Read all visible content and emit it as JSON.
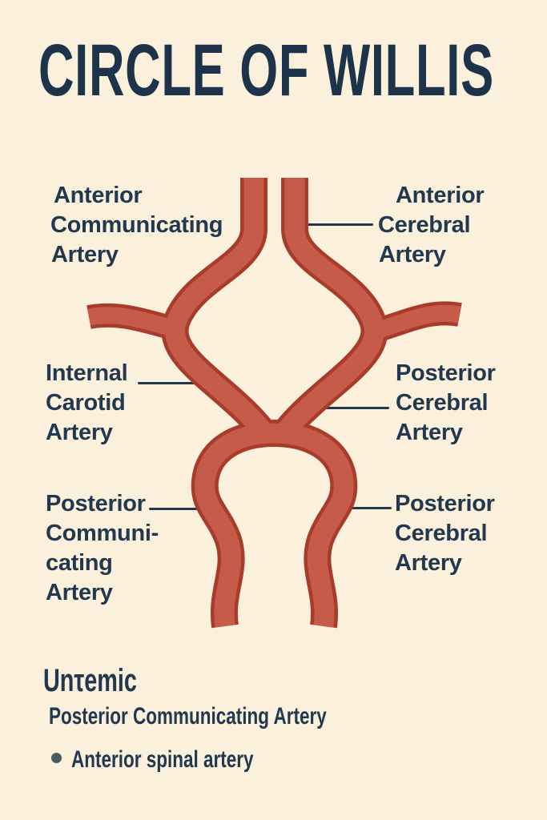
{
  "title": "CIRCLE OF WILLIS",
  "colors": {
    "background": "#faf0dc",
    "artery_fill": "#c65b49",
    "artery_outline": "#a73c2b",
    "text": "#21384e",
    "title_text": "#1d3349",
    "leader_line": "#24384a",
    "bullet_dot": "#4c5a61"
  },
  "diagram": {
    "labels": {
      "anterior_communicating": {
        "lines": [
          "Anterior",
          "Communicating",
          "Artery"
        ]
      },
      "anterior_cerebral": {
        "lines": [
          "Anterior",
          "Cerebral",
          "Artery"
        ]
      },
      "internal_carotid": {
        "lines": [
          "Internal",
          "Carotid",
          "Artery"
        ]
      },
      "posterior_cerebral_upper": {
        "lines": [
          "Posterior",
          "Cerebral",
          "Artery"
        ]
      },
      "posterior_communicating": {
        "lines": [
          "Posterior",
          "Communi-",
          "cating",
          "Artery"
        ]
      },
      "posterior_cerebral_lower": {
        "lines": [
          "Posterior",
          "Cerebral",
          "Artery"
        ]
      }
    }
  },
  "footer": {
    "heading": "Unτemic",
    "subheading": "Posterior Communicating Artery",
    "bullets": [
      "Anterior spinal artery"
    ]
  }
}
